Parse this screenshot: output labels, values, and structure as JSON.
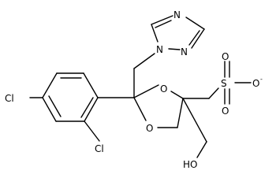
{
  "structure": {
    "atoms": {
      "cl_ring": "Cl",
      "cl_bottom": "Cl",
      "o_ring_upper": "O",
      "o_ring_lower": "O",
      "n_triazole_1": "N",
      "n_triazole_top": "N",
      "n_triazole_right": "N",
      "s_sulfonate": "S",
      "o_sulfonate_top": "O",
      "o_sulfonate_right": "O",
      "o_sulfonate_bottom": "O",
      "o_hydroxyl": "HO"
    },
    "charges": {
      "sulfonate_minus": "-"
    }
  }
}
